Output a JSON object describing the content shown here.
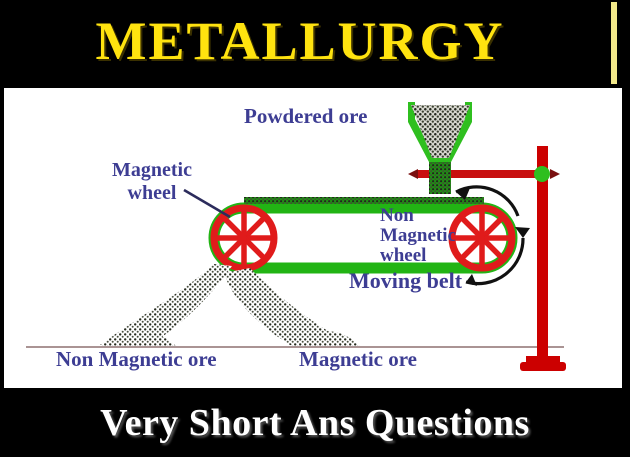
{
  "header": {
    "title": "METALLURGY",
    "title_color": "#ffe30f",
    "background_color": "#000000"
  },
  "footer": {
    "text": "Very Short Ans Questions",
    "text_color": "#ffffff",
    "background_color": "#000000"
  },
  "diagram": {
    "name": "magnetic-separation-of-ore",
    "background_color": "#ffffff",
    "label_color": "#3d3d93",
    "colors": {
      "belt": "#22b414",
      "wheel": "#e01b1b",
      "stand": "#cc0000",
      "ore": "#2d3026",
      "joint": "#2fbf1f"
    },
    "labels": {
      "powdered_ore": "Powdered ore",
      "magnetic_wheel": "Magnetic\nwheel",
      "non_magnetic_wheel": "Non\nMagnetic\nwheel",
      "moving_belt": "Moving belt",
      "non_magnetic_ore": "Non Magnetic ore",
      "magnetic_ore": "Magnetic ore"
    },
    "parts": {
      "hopper": "funnel holding powdered ore",
      "left_wheel": "magnetic wheel with spokes",
      "right_wheel": "non magnetic wheel with spokes",
      "belt": "green moving belt between wheels",
      "support_pole": "red vertical stand with foot",
      "support_arm": "red horizontal arm",
      "rotation_arrows": "two curved arrows around right wheel",
      "ore_streams": "two falling particle streams",
      "ground_line": "ground baseline"
    }
  }
}
